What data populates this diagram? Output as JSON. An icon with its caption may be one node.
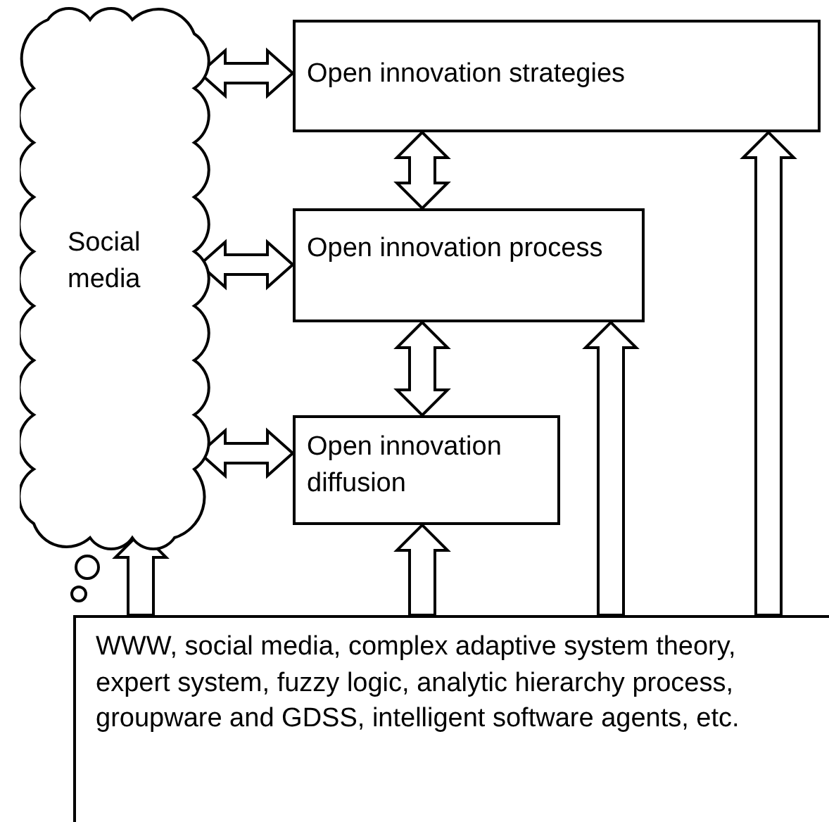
{
  "diagram": {
    "nodes": [
      {
        "text": [
          "Social media"
        ]
      },
      {
        "text": [
          "Open innovation strategies"
        ]
      },
      {
        "text": [
          "Open innovation process"
        ]
      },
      {
        "text": [
          "Open innovation diffusion"
        ]
      },
      {
        "text": [
          "WWW, social media, complex adaptive system theory, expert system, fuzzy logic, analytic hierarchy process, groupware and GDSS, intelligent software agents, etc."
        ]
      }
    ],
    "edges": [
      {
        "from": 0,
        "to": 1,
        "arrow": "both"
      },
      {
        "from": 0,
        "to": 2,
        "arrow": "both"
      },
      {
        "from": 0,
        "to": 3,
        "arrow": "both"
      },
      {
        "from": 1,
        "to": 2,
        "arrow": "both"
      },
      {
        "from": 2,
        "to": 3,
        "arrow": "both"
      },
      {
        "from": 4,
        "to": 0,
        "arrow": "to"
      },
      {
        "from": 4,
        "to": 3,
        "arrow": "to"
      },
      {
        "from": 4,
        "to": 2,
        "arrow": "to"
      },
      {
        "from": 4,
        "to": 1,
        "arrow": "to"
      }
    ]
  }
}
